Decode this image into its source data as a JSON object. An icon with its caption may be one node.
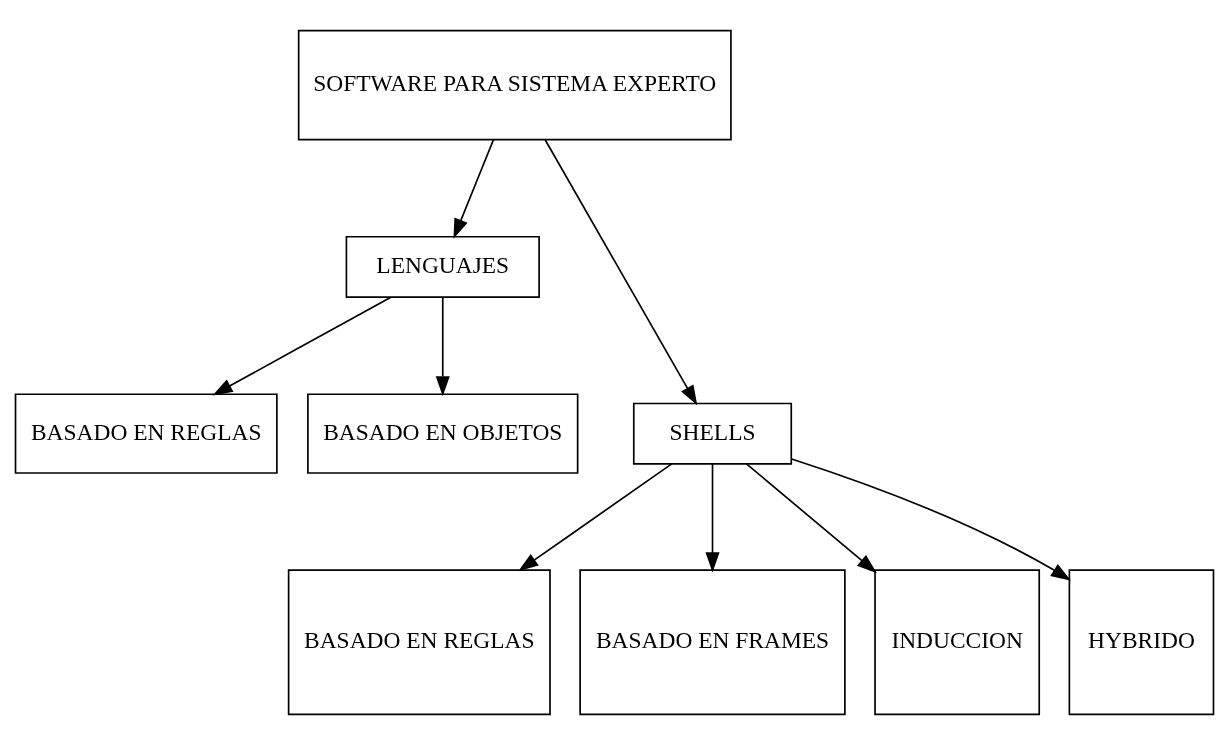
{
  "diagram": {
    "nodes": [
      {
        "text": [
          "SOFTWARE PARA SISTEMA EXPERTO"
        ]
      },
      {
        "text": [
          "LENGUAJES"
        ]
      },
      {
        "text": [
          "SHELLS"
        ]
      },
      {
        "text": [
          "BASADO EN REGLAS"
        ]
      },
      {
        "text": [
          "BASADO EN OBJETOS"
        ]
      },
      {
        "text": [
          "BASADO EN REGLAS"
        ]
      },
      {
        "text": [
          "BASADO EN FRAMES"
        ]
      },
      {
        "text": [
          "INDUCCION"
        ]
      },
      {
        "text": [
          "HYBRIDO"
        ]
      }
    ],
    "edges": [
      {
        "from": 0,
        "to": 1,
        "arrow": "to"
      },
      {
        "from": 0,
        "to": 2,
        "arrow": "to"
      },
      {
        "from": 1,
        "to": 3,
        "arrow": "to"
      },
      {
        "from": 1,
        "to": 4,
        "arrow": "to"
      },
      {
        "from": 2,
        "to": 5,
        "arrow": "to"
      },
      {
        "from": 2,
        "to": 6,
        "arrow": "to"
      },
      {
        "from": 2,
        "to": 7,
        "arrow": "to"
      },
      {
        "from": 2,
        "to": 8,
        "arrow": "to"
      }
    ]
  }
}
